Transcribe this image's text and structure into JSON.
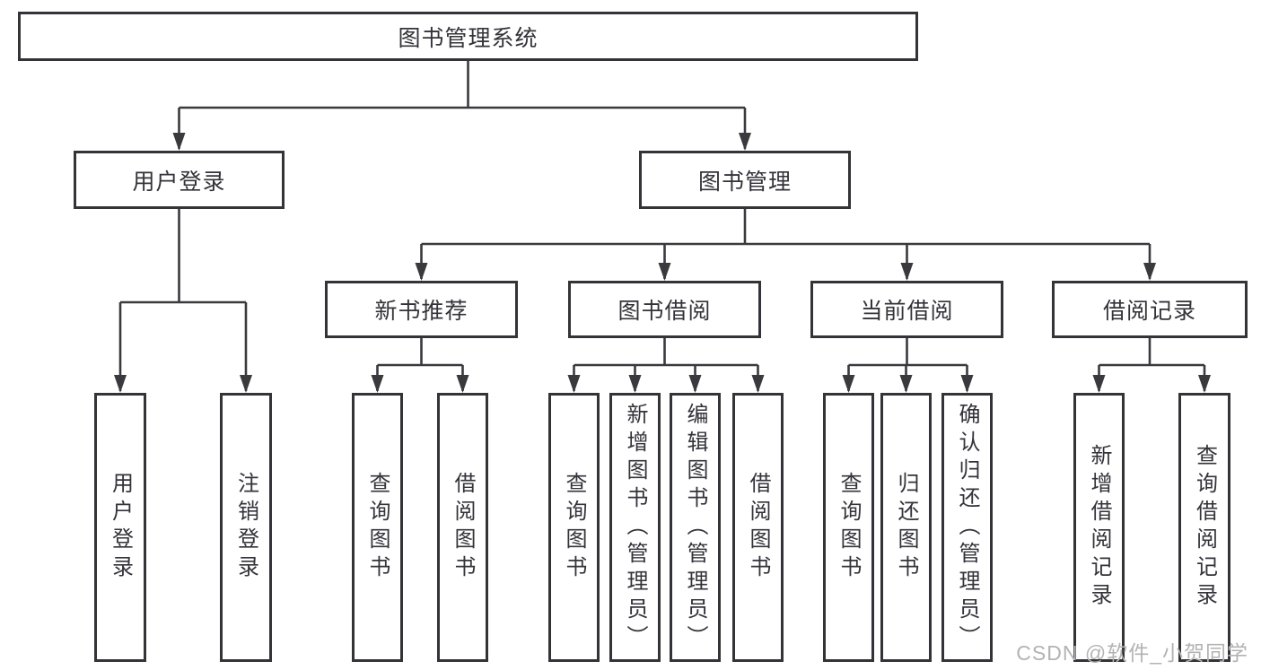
{
  "diagram": {
    "type": "hierarchy",
    "colors": {
      "line": "#3a3a3e",
      "box_border": "#333338",
      "text": "#33333a",
      "background": "#ffffff",
      "watermark": "#b3b3b3"
    },
    "tree": {
      "label": "图书管理系统",
      "children": [
        {
          "label": "用户登录",
          "children": [
            {
              "label": "用户登录"
            },
            {
              "label": "注销登录"
            }
          ]
        },
        {
          "label": "图书管理",
          "children": [
            {
              "label": "新书推荐",
              "children": [
                {
                  "label": "查询图书"
                },
                {
                  "label": "借阅图书"
                }
              ]
            },
            {
              "label": "图书借阅",
              "children": [
                {
                  "label": "查询图书"
                },
                {
                  "label": "新增图书（管理员）"
                },
                {
                  "label": "编辑图书（管理员）"
                },
                {
                  "label": "借阅图书"
                }
              ]
            },
            {
              "label": "当前借阅",
              "children": [
                {
                  "label": "查询图书"
                },
                {
                  "label": "归还图书"
                },
                {
                  "label": "确认归还（管理员）"
                }
              ]
            },
            {
              "label": "借阅记录",
              "children": [
                {
                  "label": "新增借阅记录"
                },
                {
                  "label": "查询借阅记录"
                }
              ]
            }
          ]
        }
      ]
    }
  },
  "watermark": {
    "text": "CSDN @软件_小贺同学"
  }
}
